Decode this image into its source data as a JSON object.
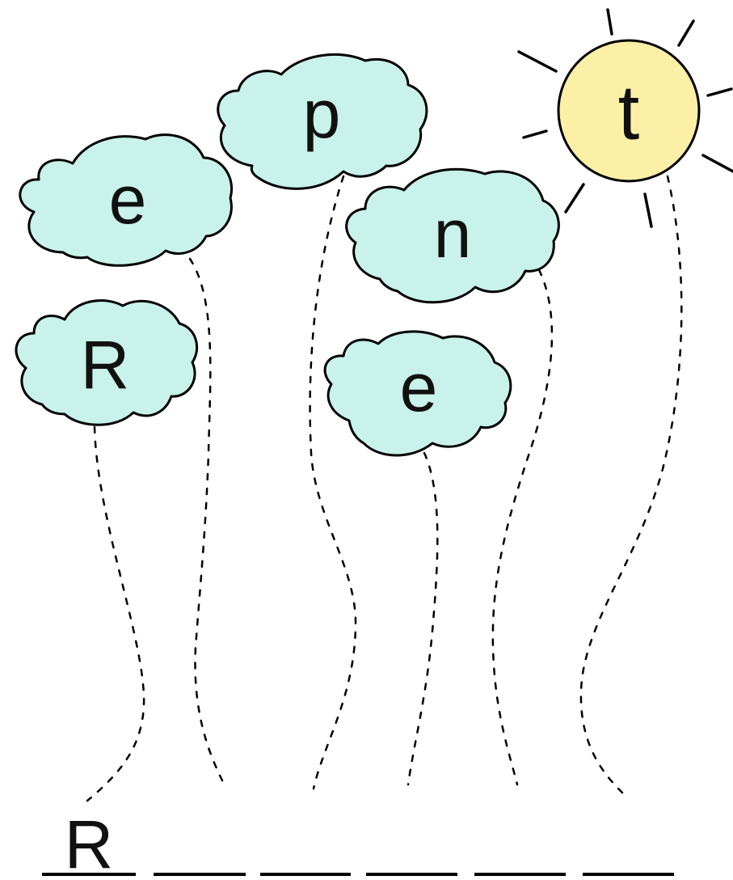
{
  "colors": {
    "cloud_fill": "#c8f2ea",
    "sun_fill": "#fbf0a6",
    "outline": "#000000",
    "dotted_line": "#000000"
  },
  "clouds": [
    {
      "name": "cloud-e-left",
      "letter": "e"
    },
    {
      "name": "cloud-p",
      "letter": "p"
    },
    {
      "name": "cloud-n",
      "letter": "n"
    },
    {
      "name": "cloud-r",
      "letter": "R"
    },
    {
      "name": "cloud-e-center",
      "letter": "e"
    }
  ],
  "sun": {
    "letter": "t",
    "icon": "sun-icon"
  },
  "answer": {
    "slots": [
      "R",
      "",
      "",
      "",
      "",
      ""
    ]
  }
}
